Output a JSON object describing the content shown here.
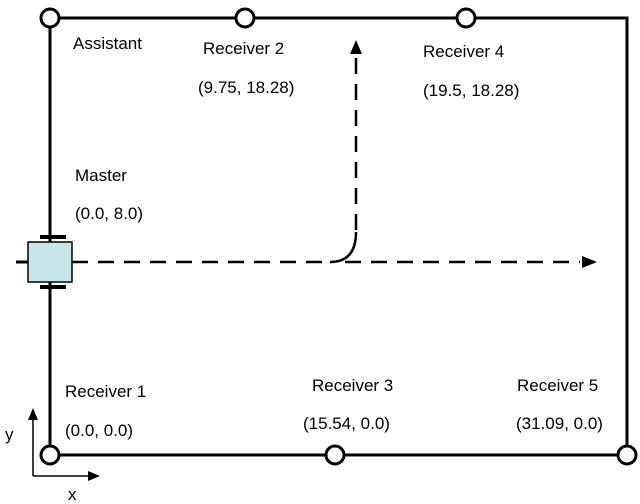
{
  "diagram": {
    "nodes": {
      "assistant": {
        "label": "Assistant"
      },
      "master": {
        "label": "Master",
        "coords": "(0.0, 8.0)"
      },
      "receiver1": {
        "label": "Receiver 1",
        "coords": "(0.0, 0.0)"
      },
      "receiver2": {
        "label": "Receiver 2",
        "coords": "(9.75, 18.28)"
      },
      "receiver3": {
        "label": "Receiver 3",
        "coords": "(15.54, 0.0)"
      },
      "receiver4": {
        "label": "Receiver 4",
        "coords": "(19.5, 18.28)"
      },
      "receiver5": {
        "label": "Receiver 5",
        "coords": "(31.09, 0.0)"
      }
    },
    "axes": {
      "x_label": "x",
      "y_label": "y"
    },
    "colors": {
      "line": "#000000",
      "node_fill": "#ffffff",
      "master_box_fill": "#c6e6ea"
    }
  }
}
